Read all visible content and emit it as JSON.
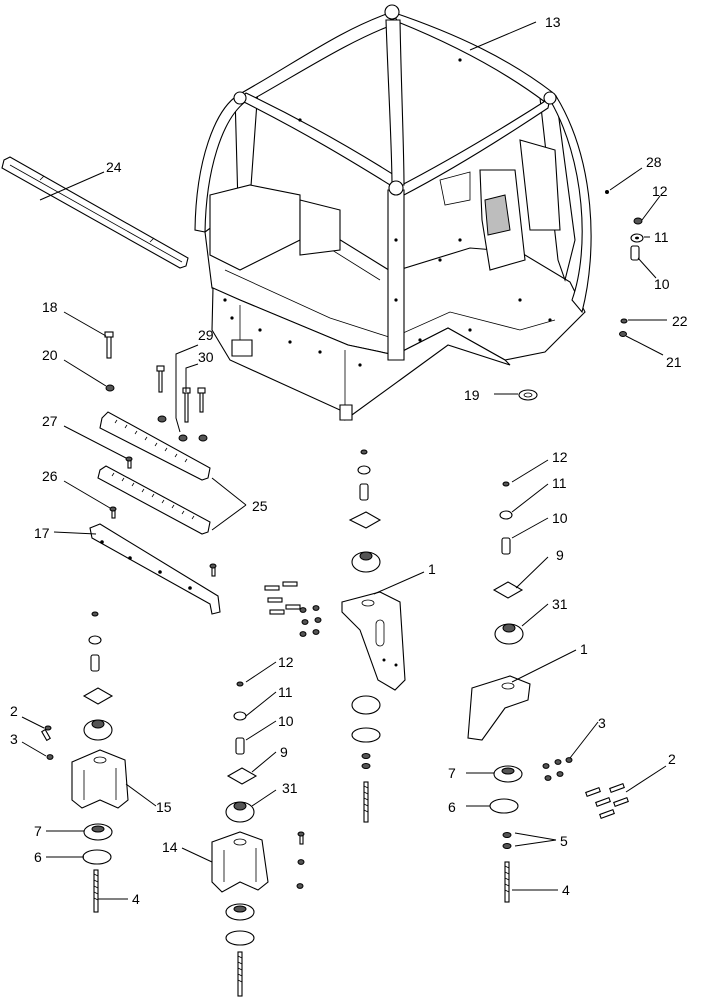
{
  "callouts": [
    {
      "id": "c13",
      "text": "13"
    },
    {
      "id": "c24",
      "text": "24"
    },
    {
      "id": "c28",
      "text": "28"
    },
    {
      "id": "c12a",
      "text": "12"
    },
    {
      "id": "c11a",
      "text": "11"
    },
    {
      "id": "c10a",
      "text": "10"
    },
    {
      "id": "c22",
      "text": "22"
    },
    {
      "id": "c21",
      "text": "21"
    },
    {
      "id": "c18",
      "text": "18"
    },
    {
      "id": "c29",
      "text": "29"
    },
    {
      "id": "c30",
      "text": "30"
    },
    {
      "id": "c20",
      "text": "20"
    },
    {
      "id": "c19",
      "text": "19"
    },
    {
      "id": "c27",
      "text": "27"
    },
    {
      "id": "c25",
      "text": "25"
    },
    {
      "id": "c26",
      "text": "26"
    },
    {
      "id": "c17",
      "text": "17"
    },
    {
      "id": "c12b",
      "text": "12"
    },
    {
      "id": "c11b",
      "text": "11"
    },
    {
      "id": "c10b",
      "text": "10"
    },
    {
      "id": "c9a",
      "text": "9"
    },
    {
      "id": "c31a",
      "text": "31"
    },
    {
      "id": "c1a",
      "text": "1"
    },
    {
      "id": "c1b",
      "text": "1"
    },
    {
      "id": "c12c",
      "text": "12"
    },
    {
      "id": "c11c",
      "text": "11"
    },
    {
      "id": "c10c",
      "text": "10"
    },
    {
      "id": "c9b",
      "text": "9"
    },
    {
      "id": "c31b",
      "text": "31"
    },
    {
      "id": "c2a",
      "text": "2"
    },
    {
      "id": "c3a",
      "text": "3"
    },
    {
      "id": "c15",
      "text": "15"
    },
    {
      "id": "c7a",
      "text": "7"
    },
    {
      "id": "c6a",
      "text": "6"
    },
    {
      "id": "c4a",
      "text": "4"
    },
    {
      "id": "c14",
      "text": "14"
    },
    {
      "id": "c3b",
      "text": "3"
    },
    {
      "id": "c2b",
      "text": "2"
    },
    {
      "id": "c7b",
      "text": "7"
    },
    {
      "id": "c6b",
      "text": "6"
    },
    {
      "id": "c5",
      "text": "5"
    },
    {
      "id": "c4b",
      "text": "4"
    }
  ]
}
